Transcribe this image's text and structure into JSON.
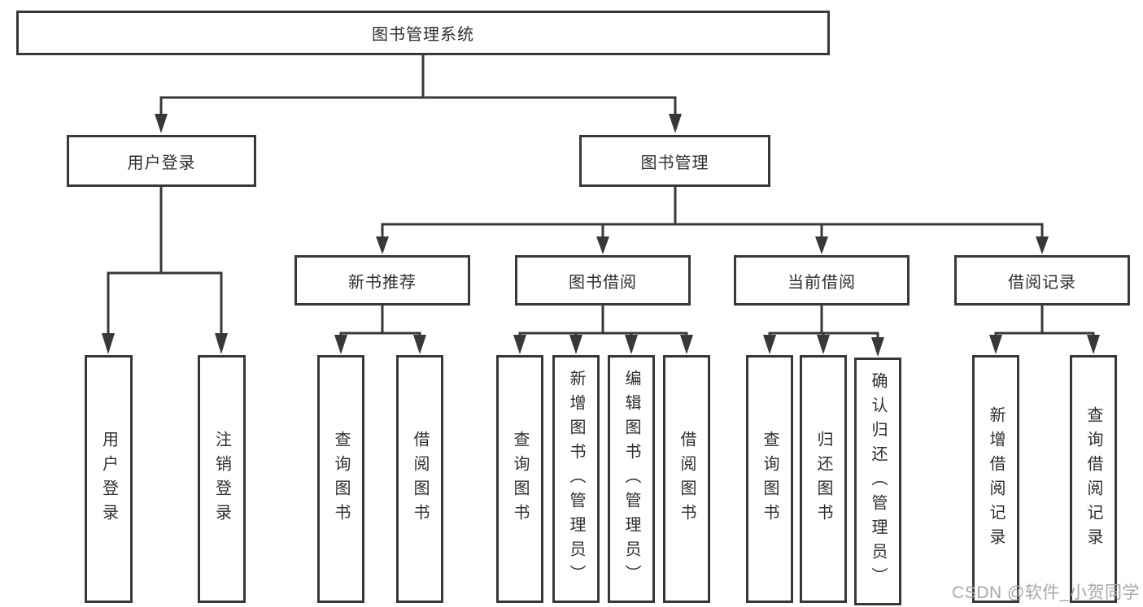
{
  "diagram": {
    "root_label": "图书管理系统",
    "branches": [
      {
        "label": "用户登录",
        "children": [
          "用户登录",
          "注销登录"
        ]
      },
      {
        "label": "图书管理",
        "sections": [
          {
            "label": "新书推荐",
            "children": [
              "查询图书",
              "借阅图书"
            ]
          },
          {
            "label": "图书借阅",
            "children": [
              "查询图书",
              "新增图书（管理员）",
              "编辑图书（管理员）",
              "借阅图书"
            ]
          },
          {
            "label": "当前借阅",
            "children": [
              "查询图书",
              "归还图书",
              "确认归还（管理员）"
            ]
          },
          {
            "label": "借阅记录",
            "children": [
              "新增借阅记录",
              "查询借阅记录"
            ]
          }
        ]
      }
    ],
    "colors": {
      "line": "#383838",
      "text": "#2f2f2f",
      "background": "#ffffff",
      "watermark": "#a2a2a2"
    },
    "watermark": "CSDN @软件_小贺同学"
  }
}
